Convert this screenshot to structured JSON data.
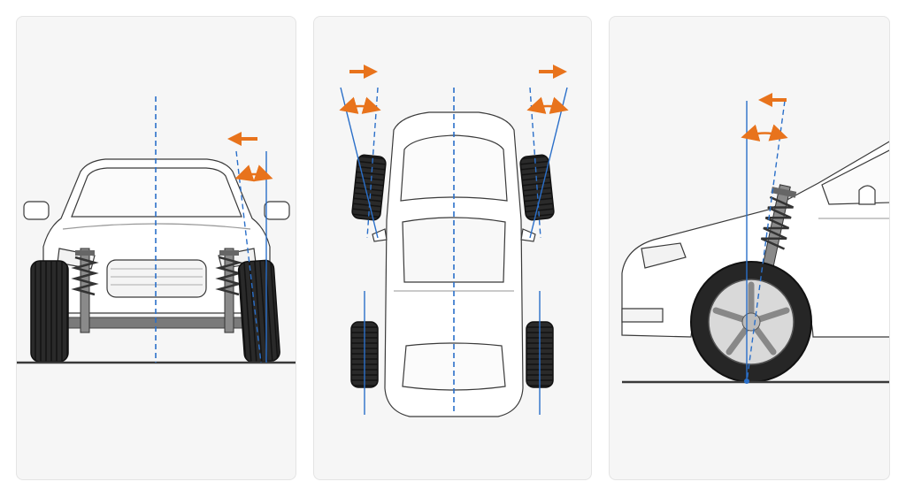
{
  "diagram": {
    "panels": [
      {
        "view": "front",
        "illustrates": "camber-angle"
      },
      {
        "view": "top",
        "illustrates": "toe-angle"
      },
      {
        "view": "side",
        "illustrates": "caster-angle"
      }
    ],
    "colors": {
      "reference_line": "#2a6fc9",
      "angle_arrow": "#e8731c",
      "outline": "#2b2b2b",
      "tire": "#262626",
      "panel_bg": "#f6f6f6",
      "ground": "#3a3a3a"
    }
  }
}
